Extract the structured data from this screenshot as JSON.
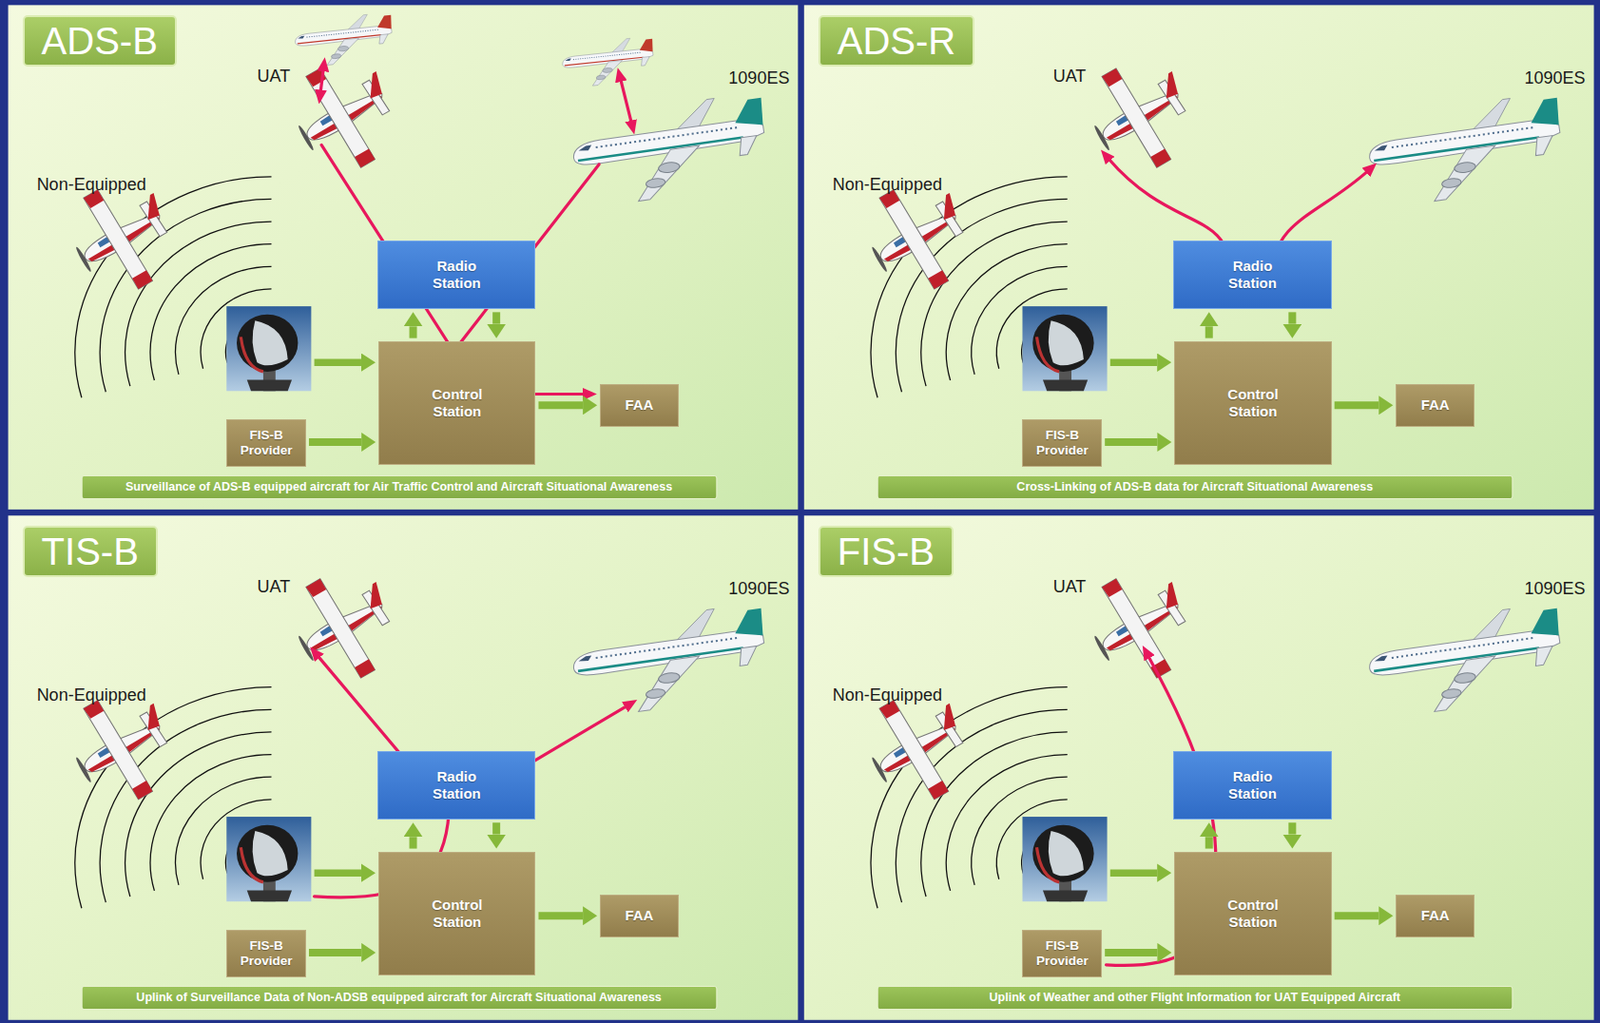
{
  "diagram": {
    "nodes": [
      {
        "text": [
          "ADS-B",
          "Surveillance of ADS-B equipped aircraft for Air Traffic Control and Aircraft Situational Awareness"
        ]
      },
      {
        "text": [
          "Radio Station"
        ],
        "in": 0
      },
      {
        "text": [
          "Control Station"
        ],
        "in": 0
      },
      {
        "text": [
          "FAA"
        ],
        "in": 0
      },
      {
        "text": [
          "FIS-B Provider"
        ],
        "in": 0
      },
      {
        "text": [
          "ADS-R",
          "Cross-Linking of ADS-B data for Aircraft Situational Awareness"
        ]
      },
      {
        "text": [
          "Radio Station"
        ],
        "in": 5
      },
      {
        "text": [
          "Control Station"
        ],
        "in": 5
      },
      {
        "text": [
          "FAA"
        ],
        "in": 5
      },
      {
        "text": [
          "FIS-B Provider"
        ],
        "in": 5
      },
      {
        "text": [
          "TIS-B",
          "Uplink of Surveillance Data of Non-ADSB equipped aircraft for Aircraft Situational Awareness"
        ]
      },
      {
        "text": [
          "Radio Station"
        ],
        "in": 10
      },
      {
        "text": [
          "Control Station"
        ],
        "in": 10
      },
      {
        "text": [
          "FAA"
        ],
        "in": 10
      },
      {
        "text": [
          "FIS-B Provider"
        ],
        "in": 10
      },
      {
        "text": [
          "FIS-B",
          "Uplink of Weather and other Flight Information for UAT Equipped Aircraft"
        ]
      },
      {
        "text": [
          "Radio Station"
        ],
        "in": 15
      },
      {
        "text": [
          "Control Station"
        ],
        "in": 15
      },
      {
        "text": [
          "FAA"
        ],
        "in": 15
      },
      {
        "text": [
          "FIS-B Provider"
        ],
        "in": 15
      }
    ],
    "edges": [
      {
        "from": 4,
        "to": 2,
        "arrow": "to"
      },
      {
        "from": 2,
        "to": 3,
        "arrow": "to"
      },
      {
        "from": 2,
        "to": 1,
        "arrow": "to"
      },
      {
        "from": 1,
        "to": 2,
        "arrow": "to"
      },
      {
        "from": 9,
        "to": 7,
        "arrow": "to"
      },
      {
        "from": 7,
        "to": 8,
        "arrow": "to"
      },
      {
        "from": 7,
        "to": 6,
        "arrow": "to"
      },
      {
        "from": 6,
        "to": 7,
        "arrow": "to"
      },
      {
        "from": 14,
        "to": 12,
        "arrow": "to"
      },
      {
        "from": 12,
        "to": 13,
        "arrow": "to"
      },
      {
        "from": 12,
        "to": 11,
        "arrow": "to"
      },
      {
        "from": 11,
        "to": 12,
        "arrow": "to"
      },
      {
        "from": 19,
        "to": 17,
        "arrow": "to"
      },
      {
        "from": 17,
        "to": 18,
        "arrow": "to"
      },
      {
        "from": 17,
        "to": 16,
        "arrow": "to"
      },
      {
        "from": 16,
        "to": 17,
        "arrow": "to"
      }
    ],
    "labels": [
      "UAT",
      "1090ES",
      "Non-Equipped",
      "UAT",
      "1090ES",
      "Non-Equipped",
      "UAT",
      "1090ES",
      "Non-Equipped",
      "UAT",
      "1090ES",
      "Non-Equipped"
    ]
  }
}
